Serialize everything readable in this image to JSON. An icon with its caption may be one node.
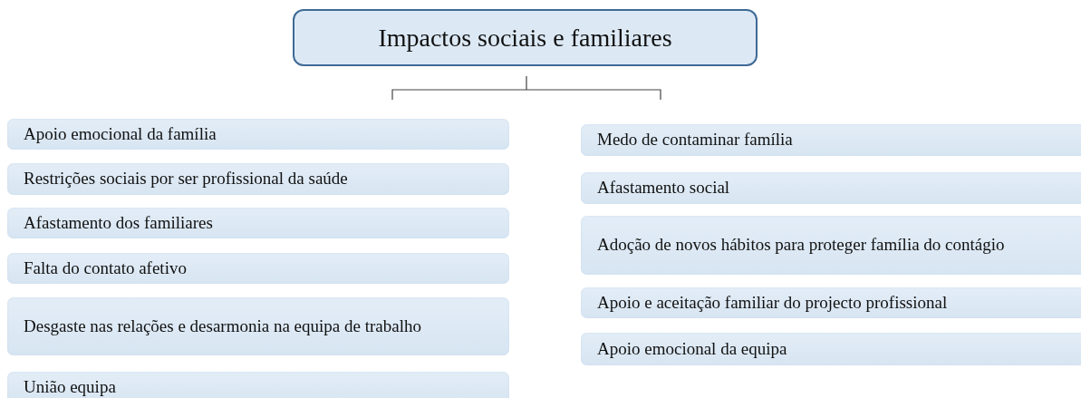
{
  "diagram": {
    "nodes": [
      {
        "text": [
          "Impactos sociais e familiares"
        ]
      },
      {
        "text": [
          "Apoio emocional da família"
        ]
      },
      {
        "text": [
          "Restrições sociais por ser profissional da saúde"
        ]
      },
      {
        "text": [
          "Afastamento dos familiares"
        ]
      },
      {
        "text": [
          "Falta do contato afetivo"
        ]
      },
      {
        "text": [
          "Desgaste nas relações e desarmonia na equipa de trabalho"
        ]
      },
      {
        "text": [
          "União equipa"
        ]
      },
      {
        "text": [
          "Medo de contaminar família"
        ]
      },
      {
        "text": [
          "Afastamento social"
        ]
      },
      {
        "text": [
          "Adoção de novos hábitos para proteger família do contágio"
        ]
      },
      {
        "text": [
          "Apoio e aceitação familiar do projecto profissional"
        ]
      },
      {
        "text": [
          "Apoio emocional da equipa"
        ]
      }
    ],
    "edges": []
  }
}
